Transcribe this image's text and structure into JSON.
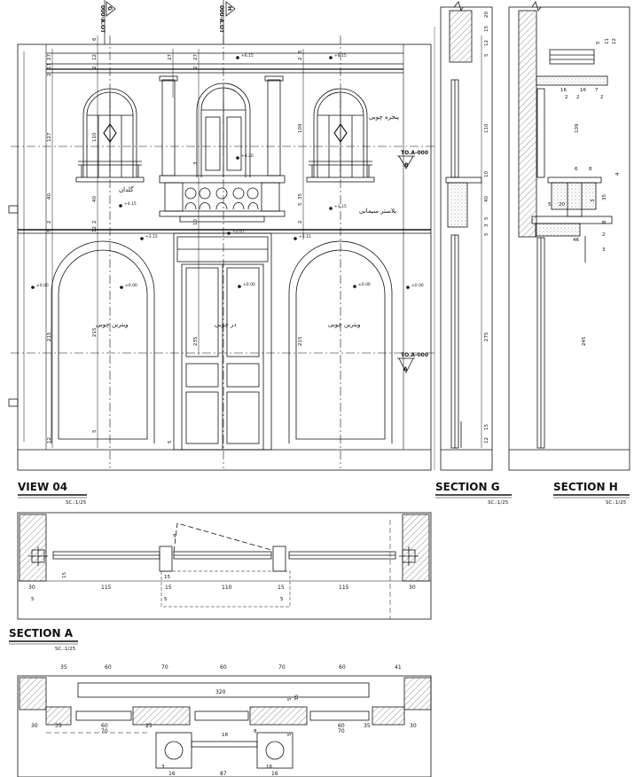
{
  "titles": {
    "view": {
      "label": "VIEW 04",
      "scale": "SC.:1/25"
    },
    "section_g": {
      "label": "SECTION G",
      "scale": "SC.:1/25"
    },
    "section_h": {
      "label": "SECTION H",
      "scale": "SC.:1/25"
    },
    "section_a": {
      "label": "SECTION A",
      "scale": "SC.:1/25"
    }
  },
  "annotations": {
    "wood_window": "پنجره چوبی",
    "flower_pot": "گلدان",
    "cement_plaster": "پلاستر سیمانی",
    "wood_vitrine_left": "ویترین چوبی",
    "wood_door": "در چوبی",
    "wood_vitrine_right": "ویترین چوبی"
  },
  "section_marks": {
    "b": {
      "letter": "B",
      "ref": "TO.A-000"
    },
    "a": {
      "letter": "A",
      "ref": "TO.A-000"
    },
    "g": {
      "letter": "G",
      "ref": "000-A.OT"
    },
    "h": {
      "letter": "H",
      "ref": "000-A.OT"
    }
  },
  "levels": {
    "top": "+6.15",
    "right_top": "+6.15",
    "mid": "+4.20",
    "left_mid": "+4.15",
    "balcony": "+3.15",
    "balcony_right": "+3.15",
    "door_top": "+2.67",
    "arch_left": "+3.15",
    "arch_right": "+3.15",
    "base_left": "±0.00",
    "base_c1": "±0.00",
    "base_c2": "±0.00",
    "base_c3": "±0.00",
    "base_right": "±0.00"
  },
  "view_dims": {
    "left_col": [
      "27",
      "11",
      "2",
      "127",
      "40",
      "2",
      "5",
      "215",
      "12"
    ],
    "c1_col": [
      "6",
      "12",
      "2",
      "110",
      "40",
      "2",
      "12",
      "215",
      "5"
    ],
    "c2_col": [
      "27",
      "5"
    ],
    "c3_col": [
      "27",
      "2",
      "3",
      "10",
      "235"
    ],
    "c4_col": [
      "5",
      "2",
      "109",
      "35",
      "5",
      "2",
      "215"
    ]
  },
  "section_g_dims": [
    "20",
    "15",
    "12",
    "5",
    "110",
    "10",
    "40",
    "5",
    "3",
    "5",
    "275",
    "15",
    "12"
  ],
  "section_h_dims": {
    "top": [
      "5",
      "11",
      "12",
      "16",
      "16",
      "7",
      "2",
      "2",
      "2"
    ],
    "mid": [
      "109",
      "6",
      "8",
      "4",
      "35",
      "20",
      "5",
      "3",
      "8",
      "46",
      "2",
      "3"
    ],
    "bottom": [
      "245"
    ]
  },
  "section_a_dims": {
    "main": [
      "30",
      "115",
      "15",
      "110",
      "15",
      "115",
      "30"
    ],
    "small": [
      "5",
      "5",
      "5",
      "15",
      "15",
      "5"
    ]
  },
  "plan_dims": {
    "top": [
      "35",
      "60",
      "70",
      "60",
      "70",
      "60",
      "41"
    ],
    "overall": "320",
    "bottom": [
      "30",
      "35",
      "60",
      "70",
      "25",
      "60",
      "70",
      "35",
      "30"
    ],
    "cols": [
      "16",
      "87",
      "16"
    ],
    "small": [
      "5",
      "35",
      "18",
      "8",
      "5",
      "3",
      "16"
    ]
  }
}
